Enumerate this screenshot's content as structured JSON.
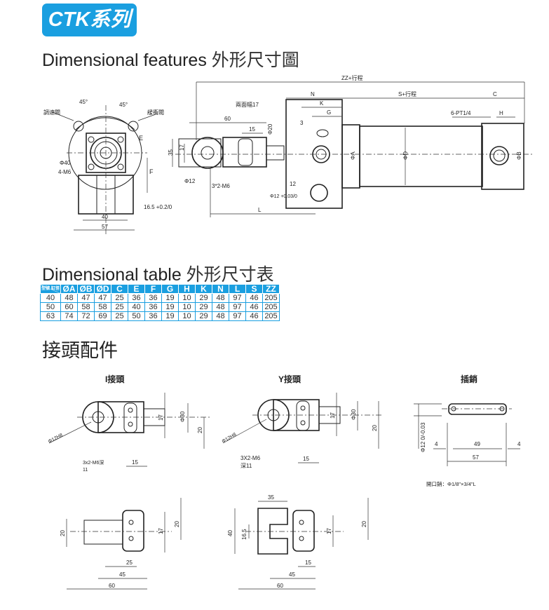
{
  "badge": "CTK系列",
  "features_heading": {
    "en": "Dimensional features",
    "cn": "外形尺寸圖"
  },
  "table_heading": {
    "en": "Dimensional table",
    "cn": "外形尺寸表"
  },
  "accessories_heading": "接頭配件",
  "main_drawing": {
    "front": {
      "speed_valve": "調速閥",
      "cushion_valve": "緩衝閥",
      "angle_left": "45°",
      "angle_right": "45°",
      "e": "E",
      "f": "F",
      "phi40": "Φ40",
      "m6": "4-M6",
      "w40": "40",
      "w57": "57",
      "h165": "16.5 +0.2/0"
    },
    "side": {
      "zz": "ZZ+行程",
      "n": "N",
      "s": "S+行程",
      "c": "C",
      "k": "K",
      "g": "G",
      "h": "H",
      "pt": "6-PT1/4",
      "both_sides": "兩面幅17",
      "d60": "60",
      "d15": "15",
      "phi20": "Φ20",
      "d35": "35",
      "d17": "17",
      "d3": "3",
      "d12": "12",
      "phi12": "Φ12",
      "m6": "3*2-M6",
      "pin": "Φ12 +0.03/0",
      "l": "L",
      "phia": "ΦA",
      "phid": "ΦD",
      "phib": "ΦB"
    }
  },
  "table": {
    "corner_top": "缸徑",
    "corner_bottom": "型號",
    "headers": [
      "ØA",
      "ØB",
      "ØD",
      "C",
      "E",
      "F",
      "G",
      "H",
      "K",
      "N",
      "L",
      "S",
      "ZZ"
    ],
    "rows": [
      [
        "40",
        "48",
        "47",
        "47",
        "25",
        "36",
        "36",
        "19",
        "10",
        "29",
        "48",
        "97",
        "46",
        "205"
      ],
      [
        "50",
        "60",
        "58",
        "58",
        "25",
        "40",
        "36",
        "19",
        "10",
        "29",
        "48",
        "97",
        "46",
        "205"
      ],
      [
        "63",
        "74",
        "72",
        "69",
        "25",
        "50",
        "36",
        "19",
        "10",
        "29",
        "48",
        "97",
        "46",
        "205"
      ]
    ]
  },
  "accessories": {
    "i_joint": {
      "title": "I接頭",
      "hole": "Φ12H8",
      "thread": "3x2-M6深",
      "depth": "11",
      "d15": "15",
      "d17": "17",
      "phi30": "Φ30",
      "d20": "20",
      "side_20": "20",
      "side_17": "17",
      "side_20b": "20",
      "d25": "25",
      "d45": "45",
      "d60": "60"
    },
    "y_joint": {
      "title": "Y接頭",
      "hole": "Φ12H8",
      "thread": "3X2-M6",
      "depth": "深11",
      "d15": "15",
      "d17": "17",
      "phi30": "Φ30",
      "d20": "20",
      "d35": "35",
      "d40": "40",
      "d165": "16.5",
      "side_17": "17",
      "side_20": "20",
      "side_15": "15",
      "d45": "45",
      "d60": "60"
    },
    "pin": {
      "title": "插銷",
      "dia": "Φ12 0/-0.03",
      "d4a": "4",
      "d49": "49",
      "d4b": "4",
      "d57": "57",
      "cotter": "開口銷：Φ1/8\"×3/4\"L"
    }
  }
}
